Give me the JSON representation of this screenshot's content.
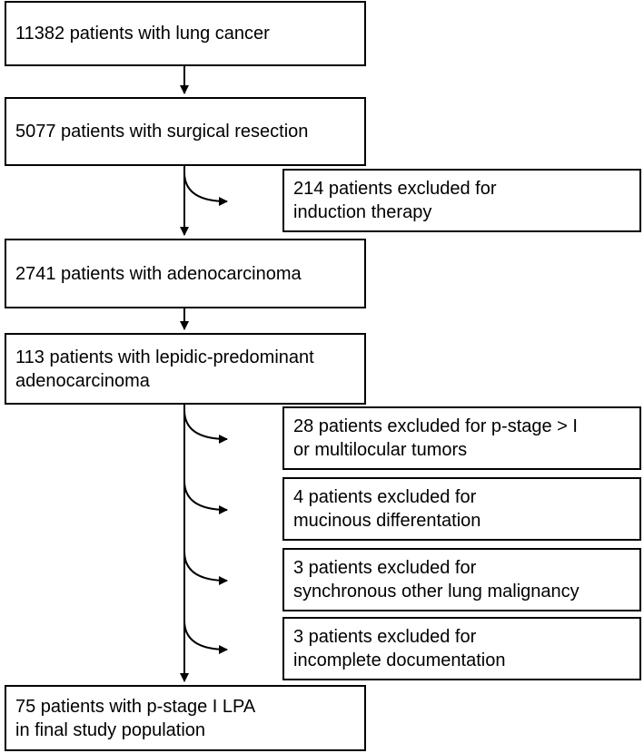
{
  "main_flow": [
    {
      "id": "all-patients",
      "text": "11382 patients with lung cancer"
    },
    {
      "id": "surgical-resection",
      "text": "5077 patients with surgical resection"
    },
    {
      "id": "adenocarcinoma",
      "text": "2741 patients with adenocarcinoma"
    },
    {
      "id": "lepidic-predominant",
      "text": "113 patients with lepidic-predominant\nadenocarcinoma"
    },
    {
      "id": "final-population",
      "text": "75 patients with p-stage I LPA\nin final study population"
    }
  ],
  "exclusions": [
    {
      "id": "induction-therapy",
      "text": "214 patients excluded for\ninduction therapy"
    },
    {
      "id": "p-stage",
      "text": "28 patients excluded for p-stage > I\nor multilocular tumors"
    },
    {
      "id": "mucinous",
      "text": "4 patients excluded for\nmucinous differentation"
    },
    {
      "id": "synchronous",
      "text": "3 patients excluded for\nsynchronous other lung malignancy"
    },
    {
      "id": "incomplete",
      "text": "3 patients excluded for\nincomplete documentation"
    }
  ],
  "colors": {
    "line": "#000000",
    "box_border": "#000000",
    "background": "#ffffff"
  }
}
